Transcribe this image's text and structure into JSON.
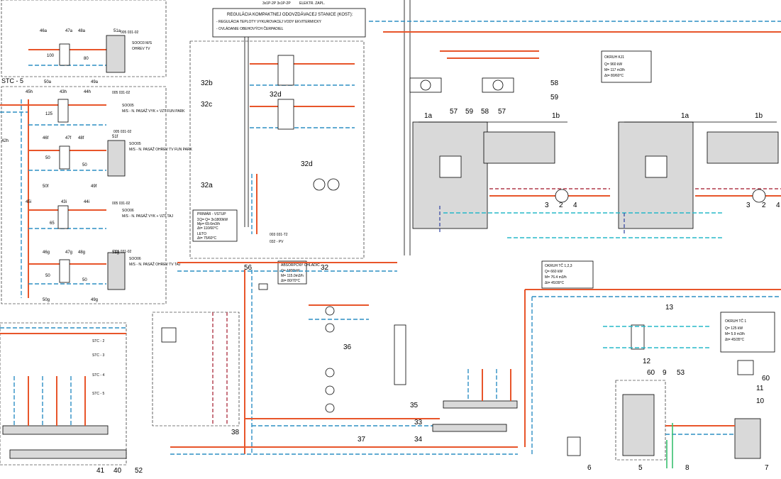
{
  "header": {
    "regulation_title": "REGULÁCIA KOMPAKTNEJ ODOVZDÁVACEJ STANICE (KOST):",
    "regulation_line1": "- REGULÁCIA TEPLOTY VYKUROVACEJ VODY EKVITERMICKY",
    "regulation_line2": "- OVLÁDANIE OBEHOVÝCH ČERPADIEL",
    "top_note": "ELEKTR. ZAPL.",
    "top_ids": "3x1P-2P   3x1P-2P"
  },
  "left_panel": {
    "section_title": "STC - 5",
    "units": [
      {
        "tag_a": "46a",
        "tag_b": "47a",
        "tag_c": "48a",
        "tag_d": "51a",
        "tag_e": "49a",
        "tag_f": "50a",
        "flow_label": "100",
        "extra": "80",
        "name": "SOOO3 M/S",
        "desc": "OHREV TV",
        "line": "005 031-02"
      },
      {
        "tag_a": "45h",
        "tag_b": "43h",
        "tag_c": "44h",
        "tag_d": "",
        "tag_e": "42h",
        "tag_f": "",
        "flow_label": "125",
        "extra": "",
        "name": "SOO05",
        "desc": "M/S - N. PASÁŽ VYK + VZT FUN PARK",
        "line": "005 031-02"
      },
      {
        "tag_a": "46f",
        "tag_b": "47f",
        "tag_c": "48f",
        "tag_d": "51f",
        "tag_e": "49f",
        "tag_f": "50f",
        "flow_label": "50",
        "extra": "50",
        "name": "SOO05",
        "desc": "M/S - N. PASÁŽ OHREV TV FUN PARK",
        "line": "005 031-02"
      },
      {
        "tag_a": "45i",
        "tag_b": "43i",
        "tag_c": "44i",
        "tag_d": "",
        "tag_e": "",
        "tag_f": "",
        "flow_label": "65",
        "extra": "",
        "name": "SOO06",
        "desc": "M/S - N. PASÁŽ VYK + VZT TAJ",
        "line": "005 031-02"
      },
      {
        "tag_a": "46g",
        "tag_b": "47g",
        "tag_c": "48g",
        "tag_d": "51g",
        "tag_e": "49g",
        "tag_f": "50g",
        "flow_label": "50",
        "extra": "50",
        "name": "SOO06",
        "desc": "M/S - N. PASÁŽ OHREV TV TAJ",
        "line": "005 031-02"
      }
    ],
    "stc_block": [
      "STC - 2",
      "STC - 3",
      "STC - 4",
      "STC - 5"
    ],
    "bottom_tags": [
      "41",
      "40",
      "52"
    ]
  },
  "center": {
    "tags": [
      "32b",
      "32c",
      "32d",
      "32a",
      "32d",
      "32"
    ],
    "primary_box_title": "PRIMÁR - VSTUP",
    "primary_box_lines": [
      "ΣQ= Q= 3x1800kW",
      "Mp= 69.6m3/h",
      "Δt= 110/60°C",
      "LETO",
      "Δt= 75/60°C"
    ],
    "line_label_1": "003 031-T2",
    "line_label_2": "032 - PV",
    "absorb_title": "ABSORPČNÝ CHLADIČ",
    "absorb_lines": [
      "Q= 1800kW",
      "M= 115.0m3/h",
      "Δt= 80/70°C"
    ],
    "tags_lower": [
      "56",
      "36",
      "38",
      "35",
      "33",
      "34",
      "37"
    ]
  },
  "right": {
    "boiler_tags": [
      "1a",
      "1b",
      "1a",
      "1b"
    ],
    "pump_tags": [
      "57",
      "59",
      "58",
      "57",
      "58",
      "59"
    ],
    "okruh_kj": {
      "title": "OKRUH KJ1",
      "lines": [
        "Q= 960 kW",
        "M= 117 m3/h",
        "Δt= 80/60°C"
      ]
    },
    "okruh_tc123": {
      "title": "OKRUH TČ 1,2,3",
      "lines": [
        "Q= 660 kW",
        "M= 76.4 m3/h",
        "Δt= 45/39°C"
      ]
    },
    "okruh_tc1": {
      "title": "OKRUH TČ 1",
      "lines": [
        "Q= 125 kW",
        "M= 5.9 m3/h",
        "Δt= 45/35°C"
      ]
    },
    "device_tags": [
      "3",
      "2",
      "4",
      "3",
      "2",
      "4"
    ],
    "lower_tags": [
      "60",
      "9",
      "53",
      "12",
      "13",
      "11",
      "60",
      "10",
      "6",
      "5",
      "8",
      "7"
    ]
  },
  "colors": {
    "supply_red": "#e8552a",
    "return_blue": "#2d8fc4",
    "cyan": "#26b8c8",
    "maroon": "#b03a4a",
    "navy": "#2d3fa0",
    "green": "#38c070",
    "equipment_gray": "#d9d9d9"
  }
}
